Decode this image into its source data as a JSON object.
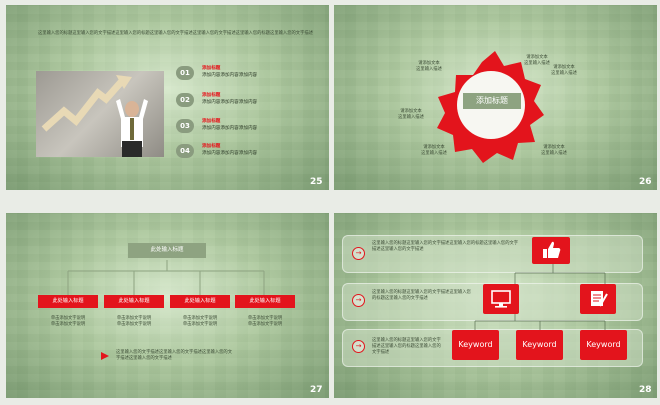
{
  "slides": {
    "s25": {
      "number": "25",
      "intro": "这里输入您的标题这里输入您的文字描述这里输入您的标题这里输入您的文字描述这里输入您的文字描述这里输入您的标题这里输入您的文字描述",
      "points": [
        {
          "num": "01",
          "title": "添加标题",
          "desc": "添加内容添加内容添加内容"
        },
        {
          "num": "02",
          "title": "添加标题",
          "desc": "添加内容添加内容添加内容"
        },
        {
          "num": "03",
          "title": "添加标题",
          "desc": "添加内容添加内容添加内容"
        },
        {
          "num": "04",
          "title": "添加标题",
          "desc": "添加内容添加内容添加内容"
        }
      ]
    },
    "s26": {
      "number": "26",
      "center_title": "添加标题",
      "labels": [
        {
          "title": "请添加文本",
          "sub": "这里输入描述"
        },
        {
          "title": "请添加文本",
          "sub": "这里输入描述"
        },
        {
          "title": "请添加文本",
          "sub": "这里输入描述"
        },
        {
          "title": "请添加文本",
          "sub": "这里输入描述"
        },
        {
          "title": "请添加文本",
          "sub": "这里输入描述"
        },
        {
          "title": "请添加文本",
          "sub": "这里输入描述"
        }
      ]
    },
    "s27": {
      "number": "27",
      "top_title": "此处输入标题",
      "boxes": [
        "此处输入标题",
        "此处输入标题",
        "此处输入标题",
        "此处输入标题"
      ],
      "sub_line1": "单击添加文字说明",
      "sub_line2": "单击添加文字说明",
      "footnote": "这里输入您的文字描述这里输入您的文字描述这里输入您的文字描述这里输入您的文字描述"
    },
    "s28": {
      "number": "28",
      "rows": [
        "这里输入您的标题这里输入您的文字描述这里输入您的标题这里输入您的文字描述这里输入您的文字描述",
        "这里输入您的标题这里输入您的文字描述这里输入您的标题这里输入您的文字描述",
        "这里输入您的标题这里输入您的文字描述这里输入您的标题这里输入您的文字描述"
      ],
      "keywords": [
        "Keyword",
        "Keyword",
        "Keyword"
      ]
    }
  },
  "colors": {
    "accent_red": "#e3141c",
    "muted_green": "#8ea381"
  }
}
